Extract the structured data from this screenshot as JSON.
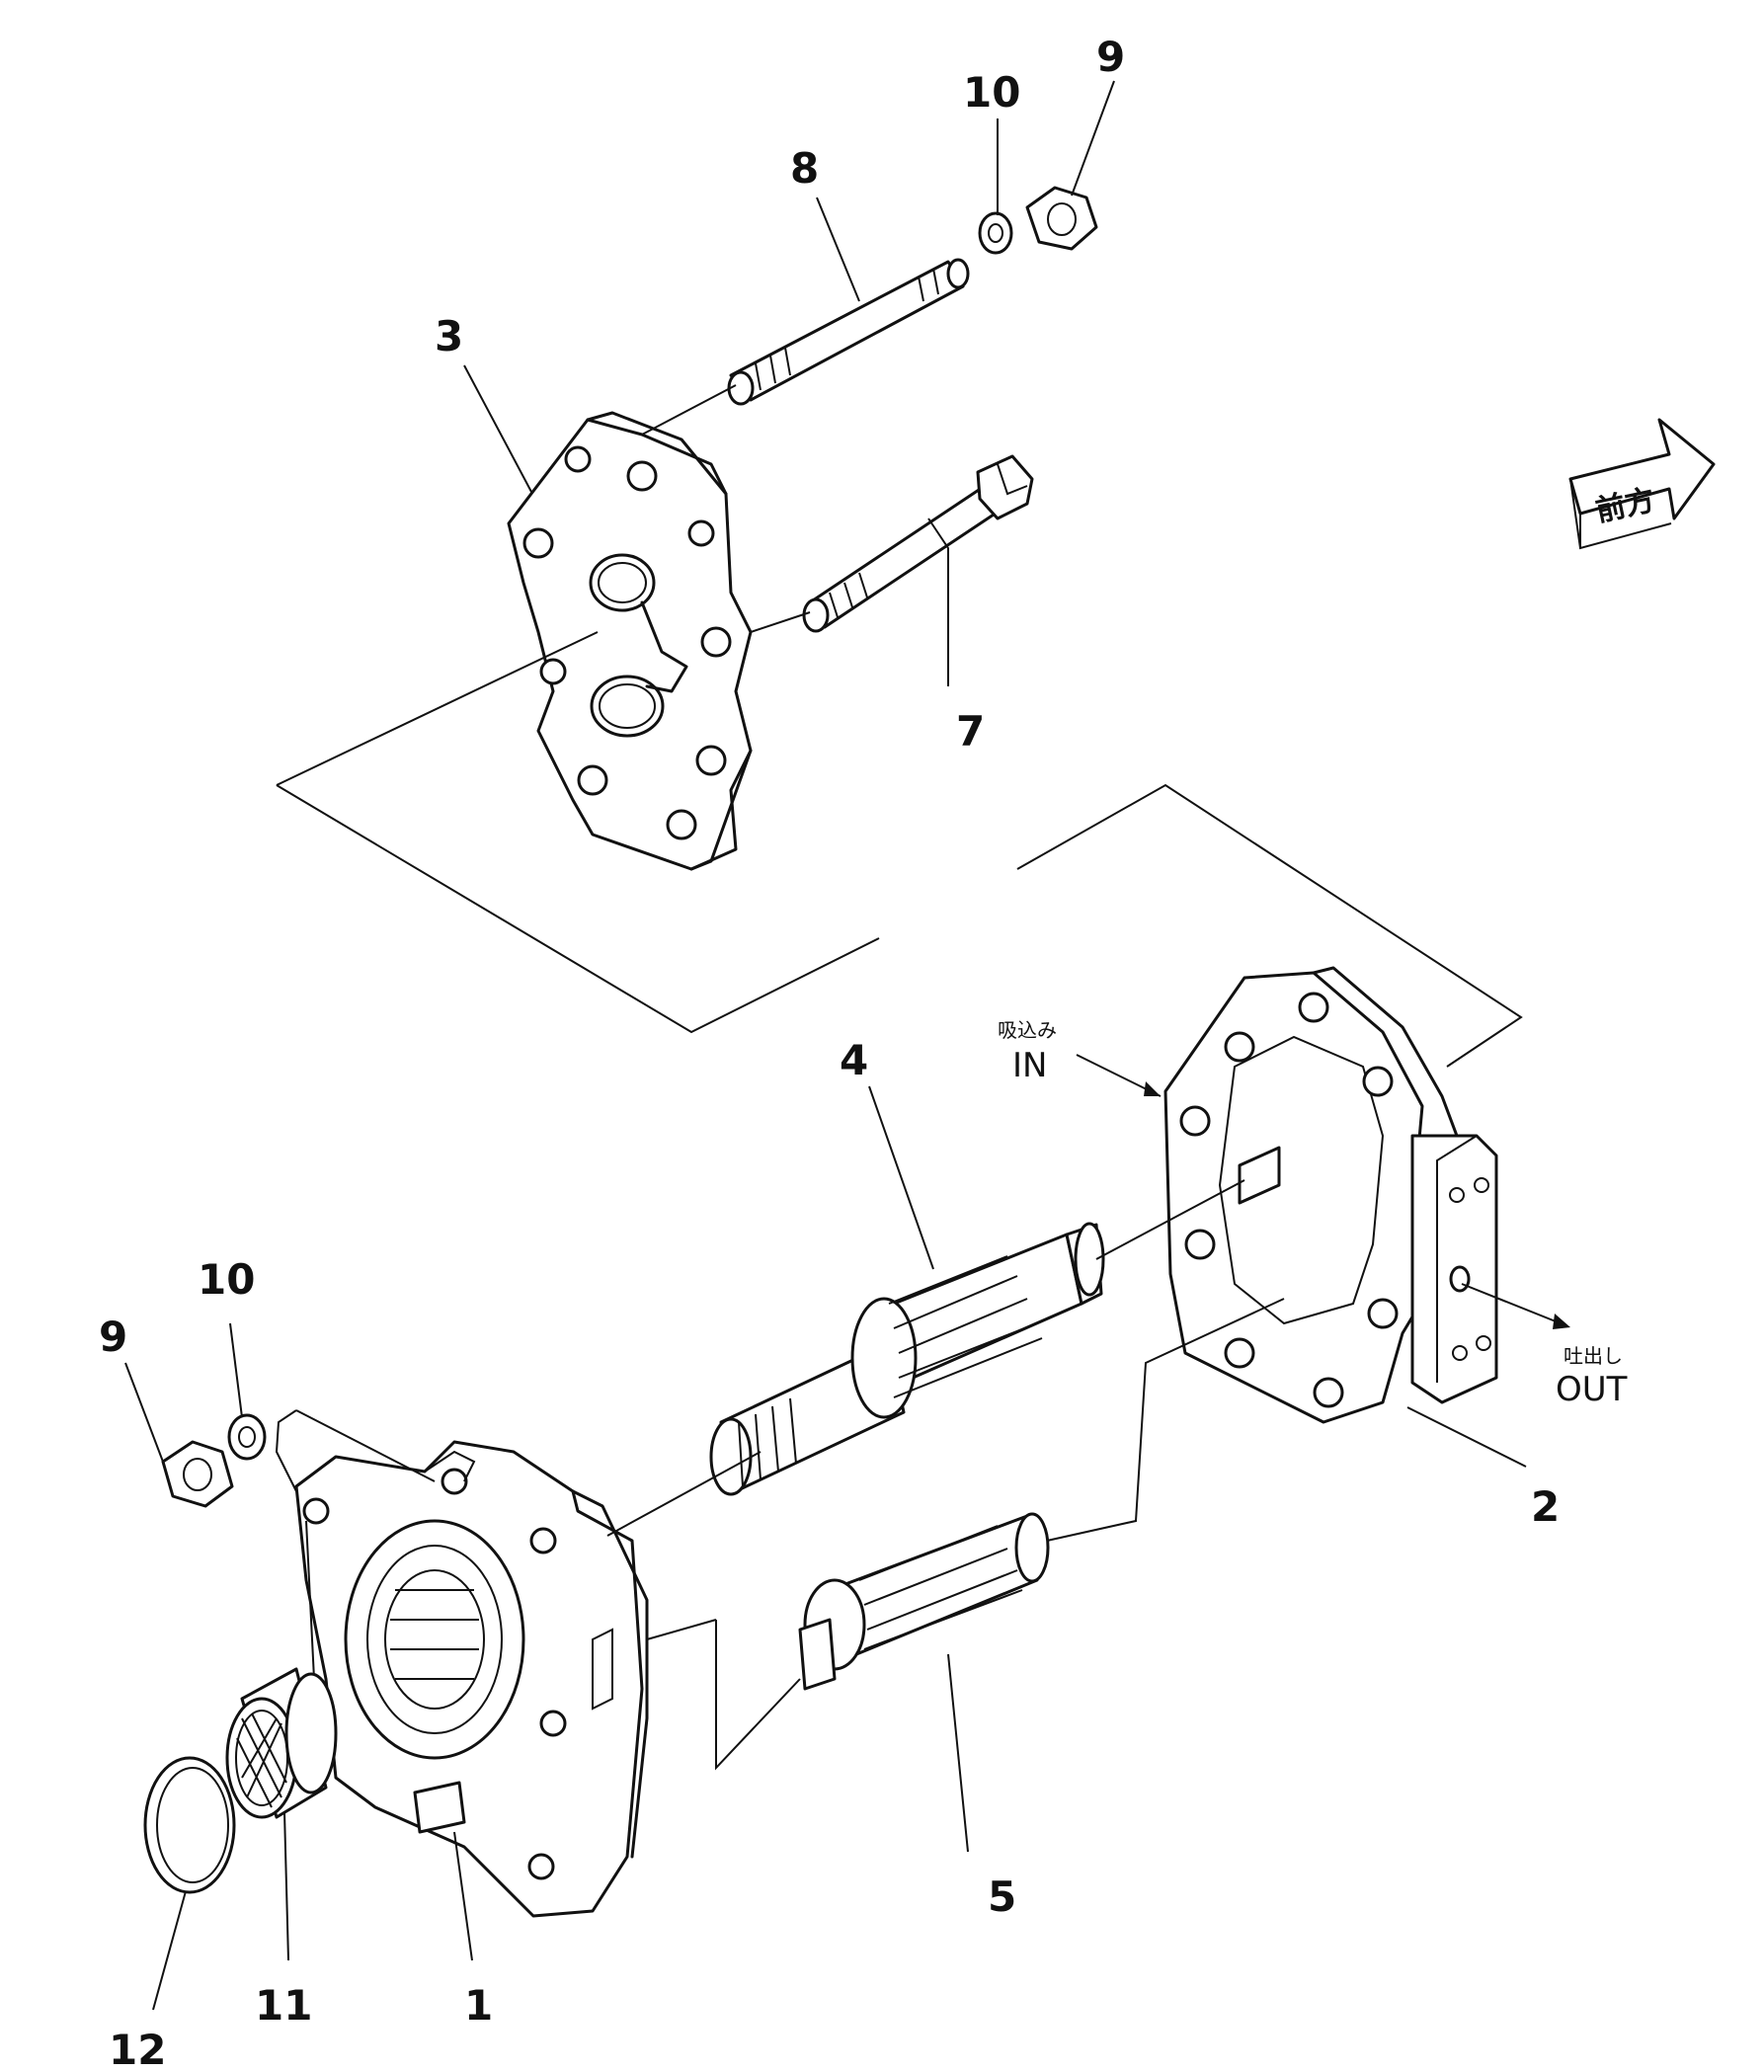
{
  "callouts": {
    "c1": "1",
    "c2": "2",
    "c3": "3",
    "c4": "4",
    "c5": "5",
    "c7": "7",
    "c8": "8",
    "c9_top": "9",
    "c10_top": "10",
    "c9_bottom": "9",
    "c10_bottom": "10",
    "c11": "11",
    "c12": "12"
  },
  "ports": {
    "inlet_jp": "吸込み",
    "inlet_en": "IN",
    "outlet_jp": "吐出し",
    "outlet_en": "OUT"
  },
  "direction": {
    "label": "前方"
  }
}
